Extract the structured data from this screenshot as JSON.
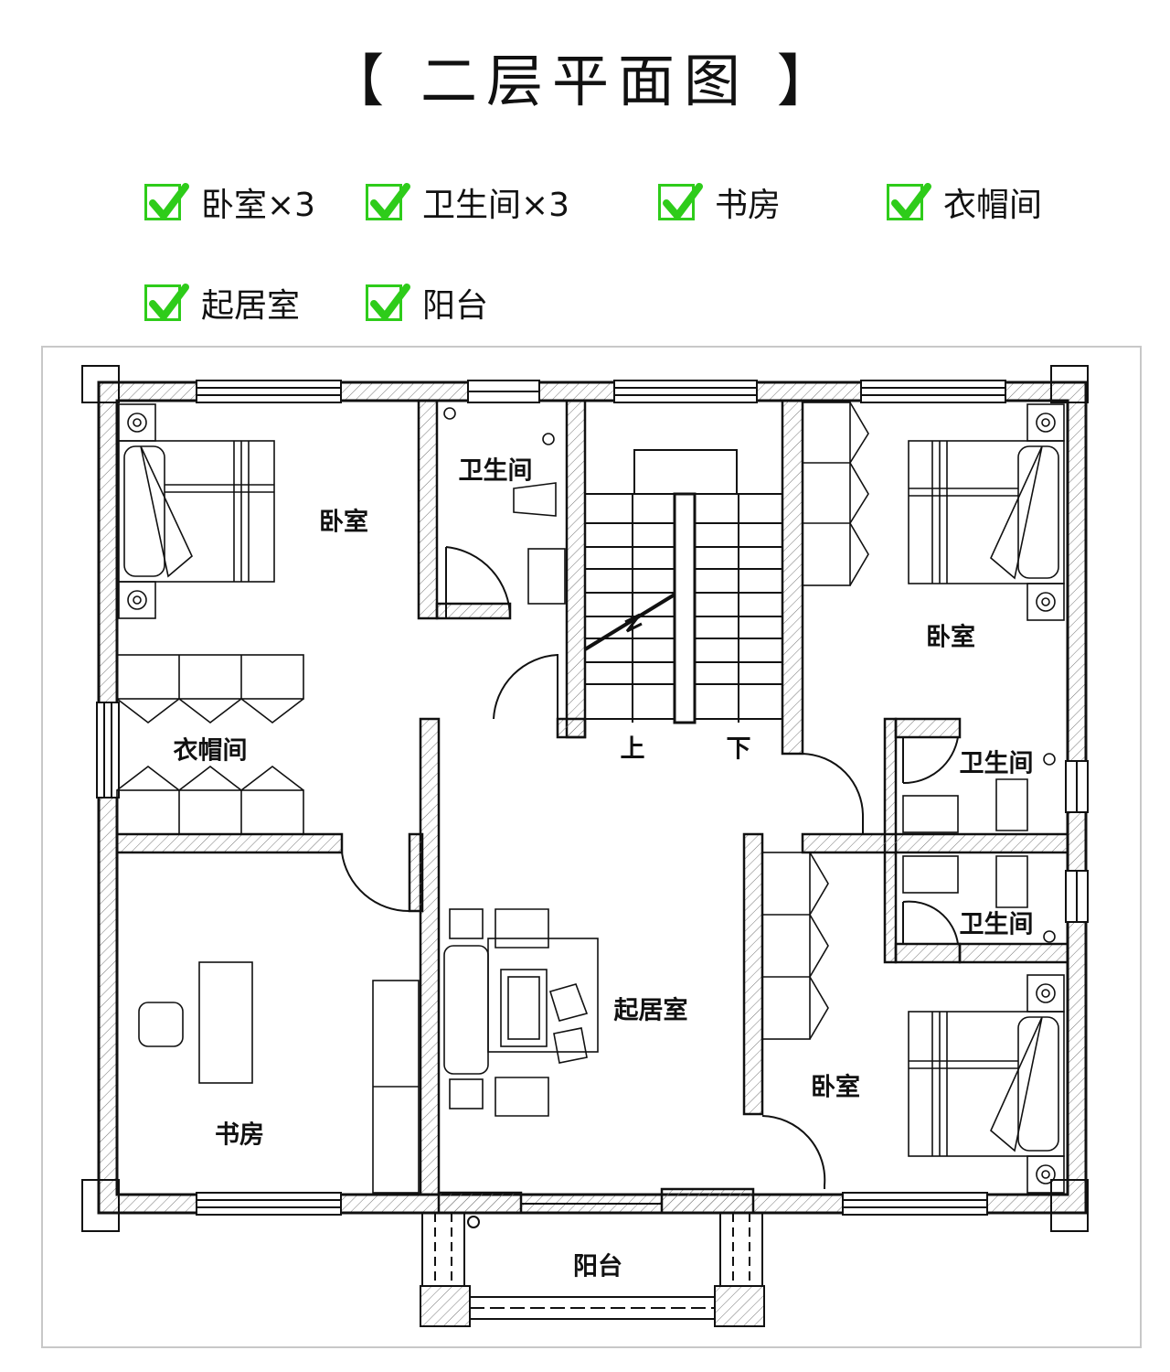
{
  "title": "【 二层平面图 】",
  "features": [
    {
      "label": "卧室×3"
    },
    {
      "label": "卫生间×3"
    },
    {
      "label": "书房"
    },
    {
      "label": "衣帽间"
    },
    {
      "label": "起居室"
    },
    {
      "label": "阳台"
    }
  ],
  "rooms": {
    "bedroom_nw": "卧室",
    "bath_top": "卫生间",
    "bedroom_ne": "卧室",
    "closet": "衣帽间",
    "bath_e1": "卫生间",
    "bath_e2": "卫生间",
    "living": "起居室",
    "bedroom_se": "卧室",
    "study": "书房",
    "balcony": "阳台"
  },
  "stairs": {
    "up": "上",
    "down": "下"
  },
  "colors": {
    "check": "#2ecc1a",
    "wall": "#111111",
    "frame": "#c8c8c8"
  }
}
